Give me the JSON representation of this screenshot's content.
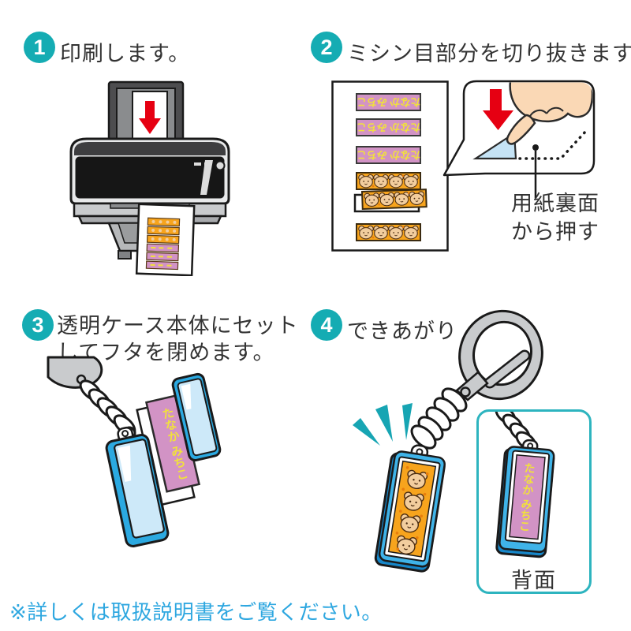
{
  "steps": [
    {
      "number": "1",
      "caption": "印刷します。"
    },
    {
      "number": "2",
      "caption": "ミシン目部分を切り抜きます。"
    },
    {
      "number": "3",
      "caption_line1": "透明ケース本体にセット",
      "caption_line2": "してフタを閉めます。"
    },
    {
      "number": "4",
      "caption": "できあがり"
    }
  ],
  "labels": {
    "name": "たなか みちこ",
    "push_note_line1": "用紙裏面",
    "push_note_line2": "から押す",
    "back_view": "背面"
  },
  "footer": {
    "note": "※詳しくは取扱説明書をご覧ください。"
  },
  "icons": {
    "feed_arrow": "red-down-arrow",
    "push_arrow": "red-down-arrow",
    "emphasis_marks": "teal-sparkle-wedges",
    "strip_pattern": "bear-face"
  },
  "colors": {
    "step_badge": "#15ACB3",
    "footer_text": "#2EA7E0",
    "label_pink": "#D293C5",
    "label_text_yellow": "#F1E13C",
    "strip_orange": "#F7A41D",
    "case_blue": "#2BA9E1",
    "case_inner": "#CDE9F9",
    "back_box_border": "#2DB4BF",
    "arrow_red": "#E60012",
    "metal_gray": "#C9CBCD",
    "hand_skin": "#FAD8B5",
    "emphasis_teal": "#17A5B3"
  }
}
